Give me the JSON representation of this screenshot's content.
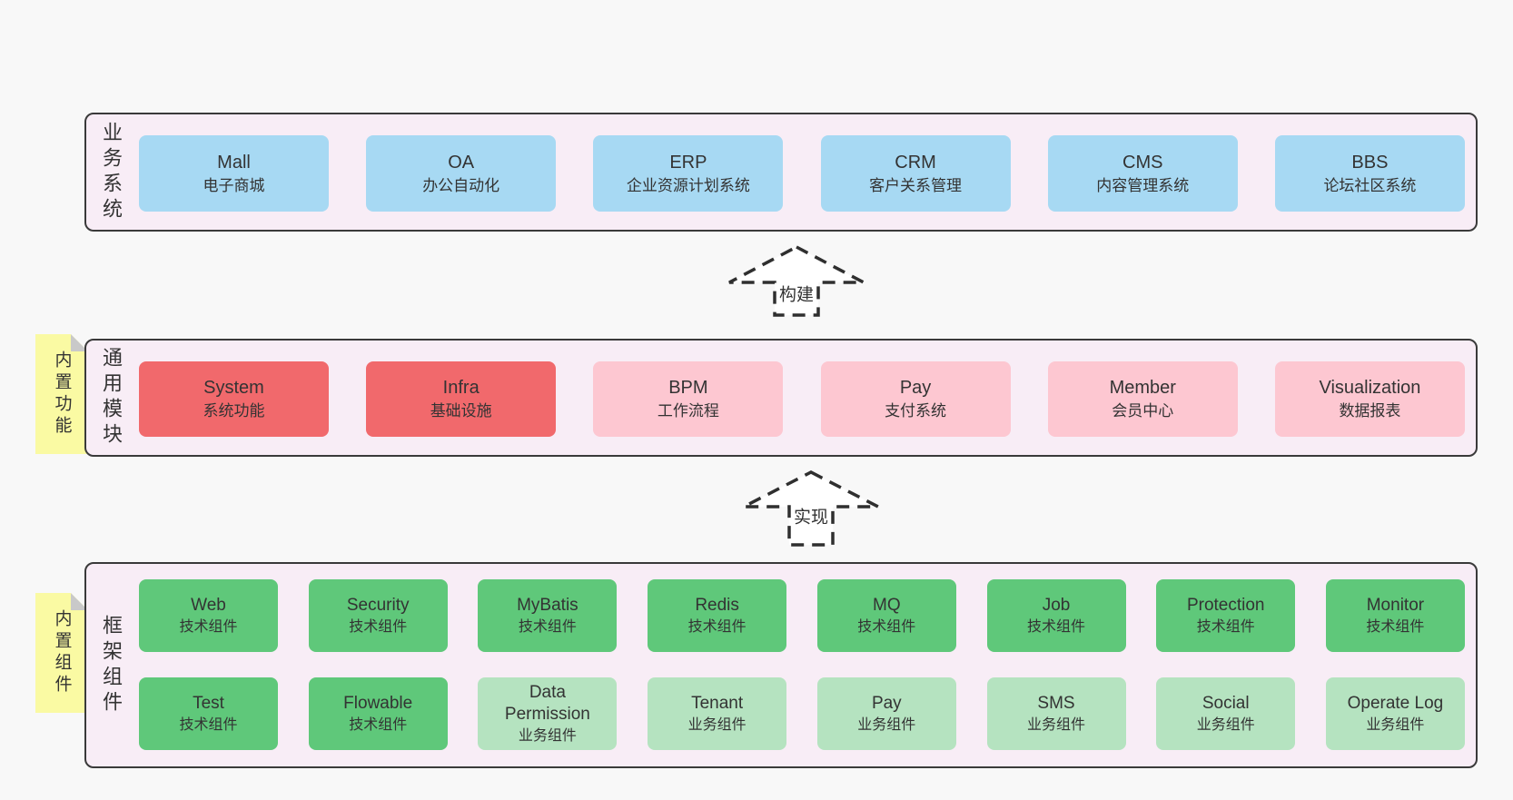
{
  "diagram": {
    "arrows": [
      {
        "label": "构建"
      },
      {
        "label": "实现"
      }
    ],
    "bands": [
      {
        "label": "业务系统",
        "boxes": [
          {
            "name": "Mall",
            "desc": "电子商城"
          },
          {
            "name": "OA",
            "desc": "办公自动化"
          },
          {
            "name": "ERP",
            "desc": "企业资源计划系统"
          },
          {
            "name": "CRM",
            "desc": "客户关系管理"
          },
          {
            "name": "CMS",
            "desc": "内容管理系统"
          },
          {
            "name": "BBS",
            "desc": "论坛社区系统"
          }
        ]
      },
      {
        "label": "通用模块",
        "sticky": "内置功能",
        "boxes": [
          {
            "name": "System",
            "desc": "系统功能"
          },
          {
            "name": "Infra",
            "desc": "基础设施"
          },
          {
            "name": "BPM",
            "desc": "工作流程"
          },
          {
            "name": "Pay",
            "desc": "支付系统"
          },
          {
            "name": "Member",
            "desc": "会员中心"
          },
          {
            "name": "Visualization",
            "desc": "数据报表"
          }
        ]
      },
      {
        "label": "框架组件",
        "sticky": "内置组件",
        "row1": [
          {
            "name": "Web",
            "desc": "技术组件"
          },
          {
            "name": "Security",
            "desc": "技术组件"
          },
          {
            "name": "MyBatis",
            "desc": "技术组件"
          },
          {
            "name": "Redis",
            "desc": "技术组件"
          },
          {
            "name": "MQ",
            "desc": "技术组件"
          },
          {
            "name": "Job",
            "desc": "技术组件"
          },
          {
            "name": "Protection",
            "desc": "技术组件"
          },
          {
            "name": "Monitor",
            "desc": "技术组件"
          }
        ],
        "row2": [
          {
            "name": "Test",
            "desc": "技术组件"
          },
          {
            "name": "Flowable",
            "desc": "技术组件"
          },
          {
            "name": "Data Permission",
            "desc": "业务组件"
          },
          {
            "name": "Tenant",
            "desc": "业务组件"
          },
          {
            "name": "Pay",
            "desc": "业务组件"
          },
          {
            "name": "SMS",
            "desc": "业务组件"
          },
          {
            "name": "Social",
            "desc": "业务组件"
          },
          {
            "name": "Operate Log",
            "desc": "业务组件"
          }
        ]
      }
    ],
    "colors": {
      "background": "#f8f8f8",
      "band_fill": "#f8edf6",
      "band_border": "#3a3a3a",
      "blue": "#a7d9f3",
      "red": "#f1696c",
      "pink": "#fdc7d1",
      "green": "#5fc87a",
      "light_green": "#b5e3c0",
      "sticky_yellow": "#fafaa3",
      "sticky_fold": "#c9c9c9",
      "text": "#333333"
    }
  }
}
